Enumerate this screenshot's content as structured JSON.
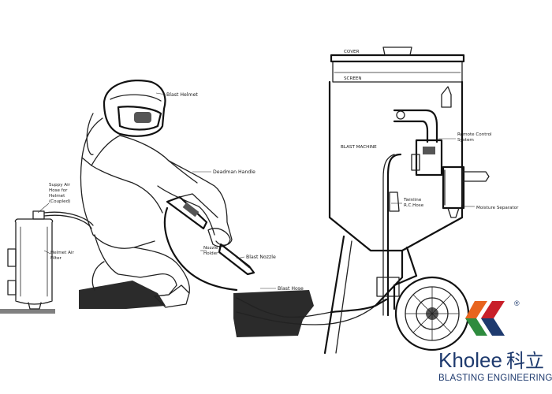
{
  "labels": {
    "blast_helmet": "Blast Helmet",
    "deadman_handle": "Deadman Handle",
    "supply_air_hose_1": "Suppy Air",
    "supply_air_hose_2": "Hose for",
    "supply_air_hose_3": "Helmet",
    "supply_air_hose_4": "(Coupled)",
    "helmet_air_filter_1": "Helmet Air",
    "helmet_air_filter_2": "Filter",
    "nozzle_holder_1": "Nozzle",
    "nozzle_holder_2": "Holder",
    "blast_nozzle": "Blast Nozzle",
    "blast_hose": "Blast Hose",
    "cover": "COVER",
    "screen": "SCREEN",
    "blast_machine": "BLAST MACHINE",
    "remote_control_1": "Remote Control",
    "remote_control_2": "System",
    "twinline_1": "Twinline",
    "twinline_2": "R.C.Hose",
    "moisture_separator": "Moisture Separator"
  },
  "brand": {
    "name": "Kholee",
    "chinese": "科立",
    "subtitle": "BLASTING ENGINEERING",
    "registered": "®",
    "color_orange": "#e8641e",
    "color_green": "#2e8b3e",
    "color_red": "#c8202a",
    "color_navy": "#1e3a6e",
    "text_color": "#1e3a6e"
  }
}
